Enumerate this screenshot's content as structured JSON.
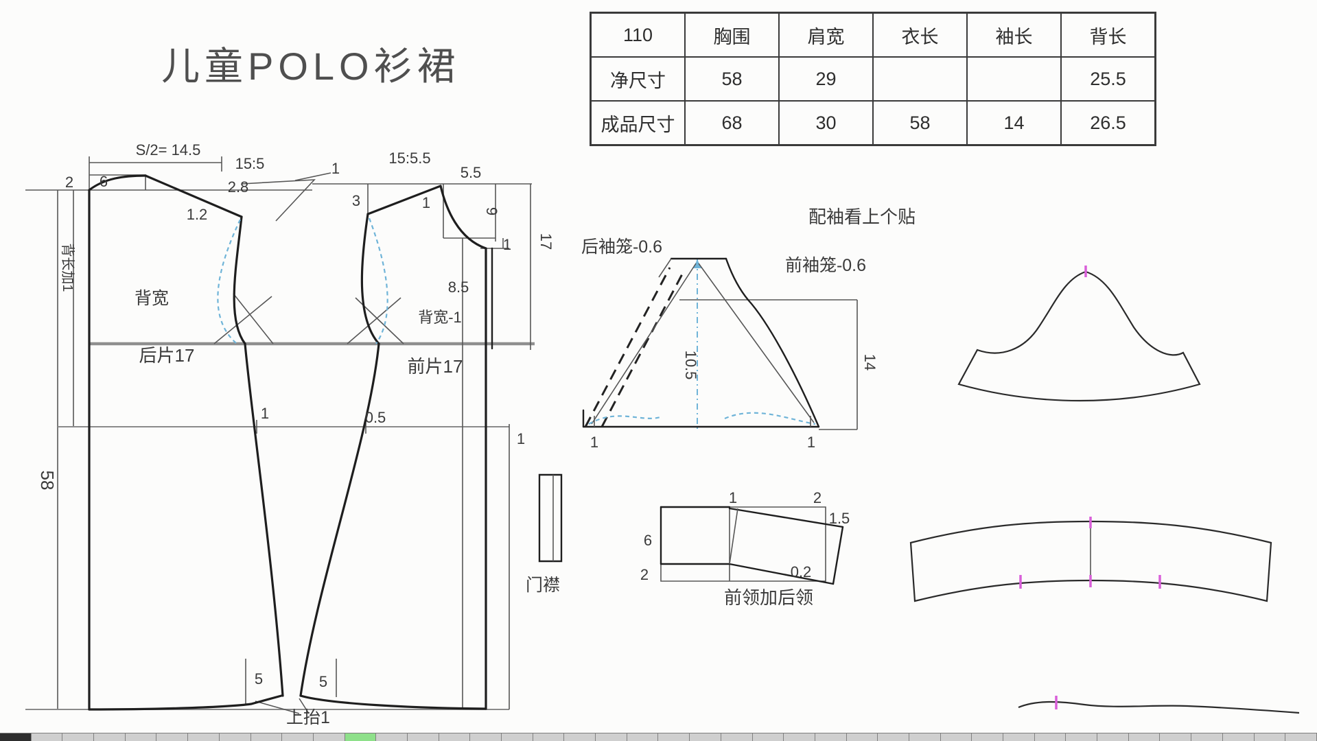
{
  "title": "儿童POLO衫裙",
  "size_table": {
    "columns": [
      "110",
      "胸围",
      "肩宽",
      "衣长",
      "袖长",
      "背长"
    ],
    "rows": [
      {
        "label": "净尺寸",
        "values": [
          "58",
          "29",
          "",
          "",
          "25.5"
        ]
      },
      {
        "label": "成品尺寸",
        "values": [
          "68",
          "30",
          "58",
          "14",
          "26.5"
        ]
      }
    ]
  },
  "bodice": {
    "s_half": "S/2= 14.5",
    "ratio_back": "15:5",
    "one_top": "1",
    "ratio_front": "15:5.5",
    "neck_front_width": "5.5",
    "two_left": "2",
    "six_neck": "6",
    "shoulder_drop": "2.8",
    "one_point_two": "1.2",
    "three": "3",
    "one_front_shoulder": "1",
    "nine": "9",
    "seventeen": "17",
    "one_neck": "1",
    "eight_point_five": "8.5",
    "back_width": "背宽",
    "front_width": "背宽-1",
    "back_piece": "后片17",
    "front_piece": "前片17",
    "back_length": "背长加1",
    "fifty_eight": "58",
    "one_waist": "1",
    "half_waist": "0.5",
    "one_waist_right": "1",
    "five_left": "5",
    "five_right": "5",
    "hem_raise": "上抬1",
    "placket": "门襟"
  },
  "sleeve": {
    "back_armhole": "后袖笼-0.6",
    "front_armhole": "前袖笼-0.6",
    "note": "配袖看上个贴",
    "ten_point_five": "10.5",
    "fourteen": "14",
    "one_left": "1",
    "one_right": "1"
  },
  "collar": {
    "one_top": "1",
    "two_top": "2",
    "one_point_five": "1.5",
    "six_left": "6",
    "two_left": "2",
    "zero_point_two": "0.2",
    "label": "前领加后领"
  },
  "colors": {
    "line": "#1e1e1e",
    "construction": "#8a8a8a",
    "guide_blue": "#6fb4d8",
    "notch_magenta": "#d95fd9",
    "taskbar_bg": "#9a9a9a",
    "taskbar_cell": "#cfcfcf",
    "taskbar_first": "#2e2e2e",
    "taskbar_active": "#8ee08a"
  },
  "taskbar": {
    "cells": 42,
    "active_index": 11
  }
}
